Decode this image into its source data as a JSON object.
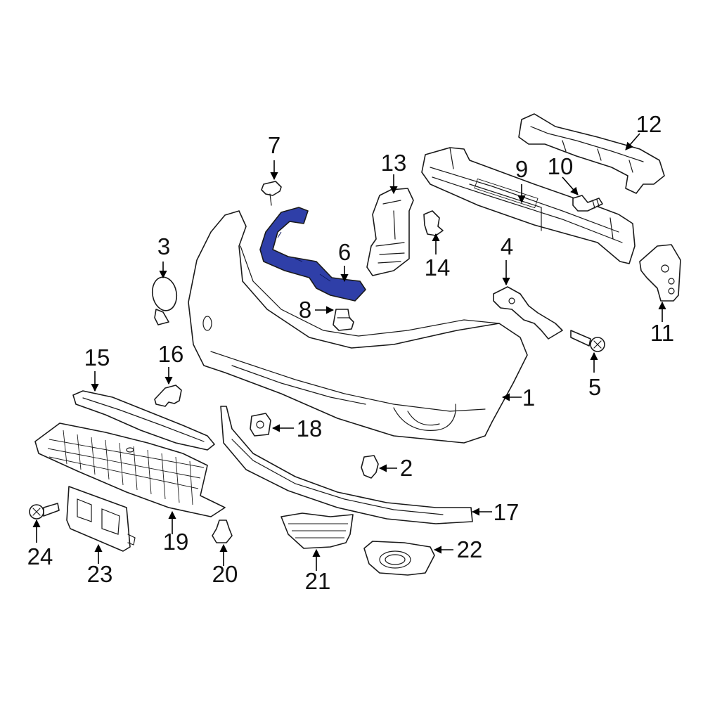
{
  "diagram": {
    "highlight_color": "#2f3fa8",
    "line_color": "#1a1a1a",
    "highlighted_part": "6",
    "callouts": [
      "1",
      "2",
      "3",
      "4",
      "5",
      "6",
      "7",
      "8",
      "9",
      "10",
      "11",
      "12",
      "13",
      "14",
      "15",
      "16",
      "17",
      "18",
      "19",
      "20",
      "21",
      "22",
      "23",
      "24"
    ]
  }
}
